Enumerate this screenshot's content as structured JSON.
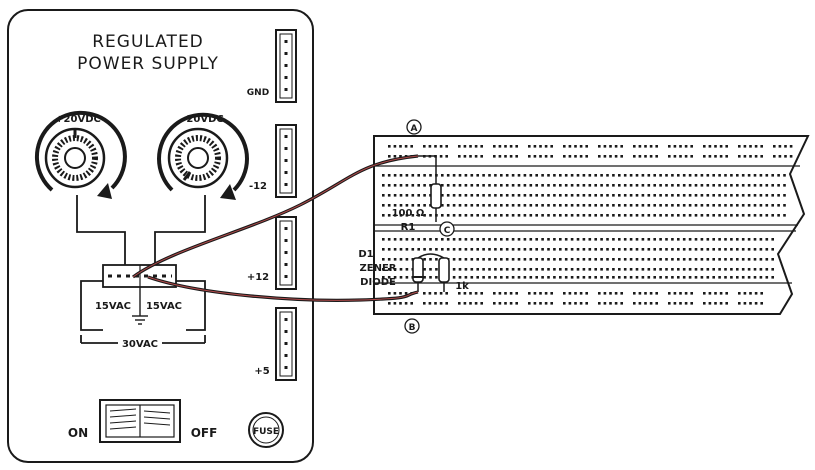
{
  "supply": {
    "title_line1": "REGULATED",
    "title_line2": "POWER SUPPLY",
    "knob_positive": "+20VDC",
    "knob_negative": "-20VDC",
    "transformer_left": "15VAC",
    "transformer_right": "15VAC",
    "transformer_total": "30VAC",
    "terminal_gnd": "GND",
    "terminal_minus12": "-12",
    "terminal_plus12": "+12",
    "terminal_plus5": "+5",
    "switch_on": "ON",
    "switch_off": "OFF",
    "fuse": "FUSE"
  },
  "breadboard": {
    "point_a": "A",
    "point_b": "B",
    "point_c": "C",
    "r1_value": "100 Ω",
    "r1_name": "R1",
    "d1_name": "D1",
    "d1_type": "ZENER",
    "d1_kind": "DIODE",
    "load_value": "1k"
  },
  "colors": {
    "ink": "#1a1a1a",
    "lead_red": "#b04a4a",
    "paper": "#ffffff"
  }
}
